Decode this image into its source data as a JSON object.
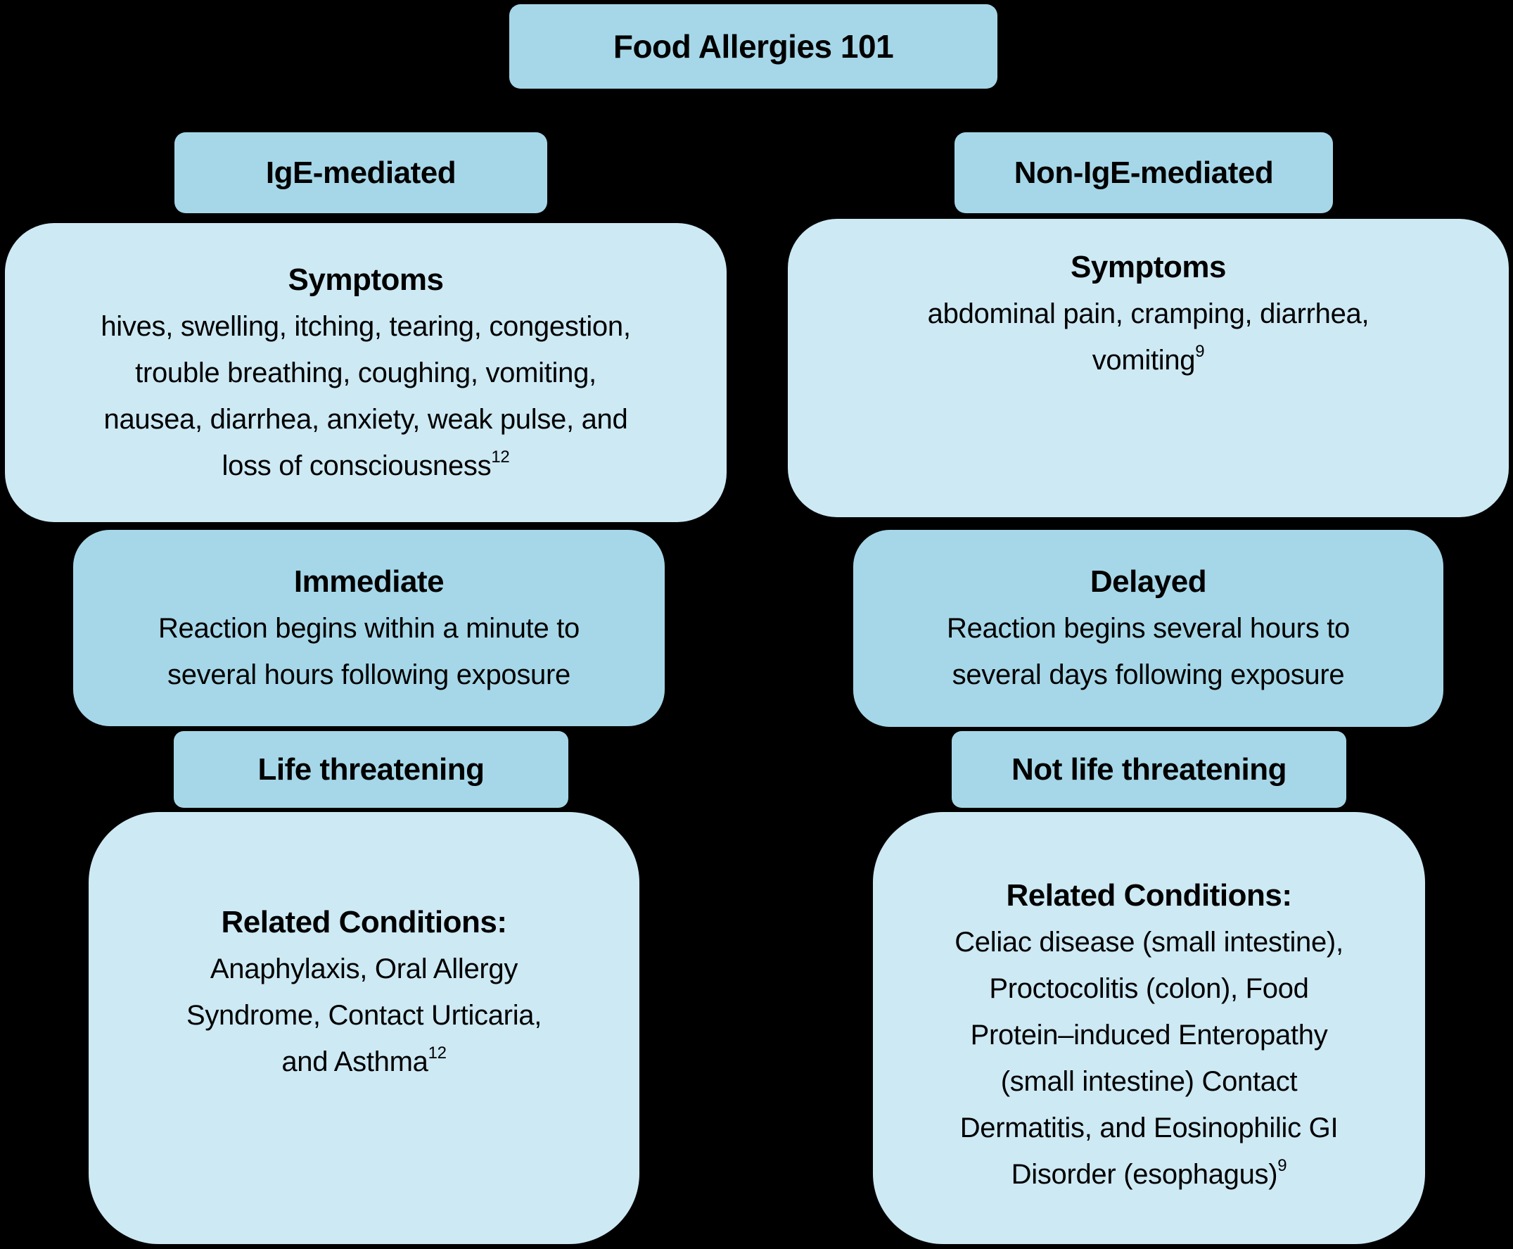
{
  "title": "Food Allergies 101",
  "colors": {
    "background": "#000000",
    "header_box": "#A6D7E8",
    "content_box": "#CDE9F4",
    "text": "#000000"
  },
  "left": {
    "category": "IgE-mediated",
    "symptoms": {
      "heading": "Symptoms",
      "lines": [
        "hives, swelling, itching, tearing, congestion,",
        "trouble breathing, coughing, vomiting,",
        "nausea, diarrhea, anxiety, weak pulse, and",
        "loss of consciousness"
      ],
      "citation": "12"
    },
    "onset": {
      "heading": "Immediate",
      "lines": [
        "Reaction begins within a minute to",
        "several hours following exposure"
      ]
    },
    "severity": "Life threatening",
    "related": {
      "heading": "Related Conditions:",
      "lines": [
        "Anaphylaxis, Oral Allergy",
        "Syndrome, Contact Urticaria,",
        "and Asthma"
      ],
      "citation": "12"
    }
  },
  "right": {
    "category": "Non-IgE-mediated",
    "symptoms": {
      "heading": "Symptoms",
      "lines": [
        "abdominal pain, cramping, diarrhea,",
        "vomiting"
      ],
      "citation": "9"
    },
    "onset": {
      "heading": "Delayed",
      "lines": [
        "Reaction begins several hours to",
        "several days following exposure"
      ]
    },
    "severity": "Not life threatening",
    "related": {
      "heading": "Related Conditions:",
      "lines": [
        "Celiac disease (small intestine),",
        "Proctocolitis (colon), Food",
        "Protein–induced Enteropathy",
        "(small intestine) Contact",
        "Dermatitis, and Eosinophilic GI",
        "Disorder (esophagus)"
      ],
      "citation": "9"
    }
  }
}
